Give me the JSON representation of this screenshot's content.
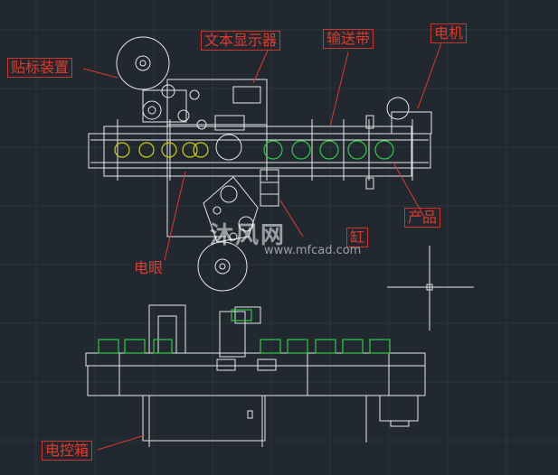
{
  "labels": {
    "labeling_device": "贴标装置",
    "text_display": "文本显示器",
    "conveyor_belt": "输送带",
    "motor": "电机",
    "product": "产品",
    "electric_eye": "电眼",
    "cylinder": "缸",
    "control_box": "电控箱"
  },
  "watermark": {
    "brand": "沐风网",
    "url": "www.mfcad.com"
  },
  "colors": {
    "background": "#212830",
    "line": "#e6e6e6",
    "annotation": "#e23a2a",
    "product": "#2ecc40",
    "bottle": "#d4d000"
  }
}
